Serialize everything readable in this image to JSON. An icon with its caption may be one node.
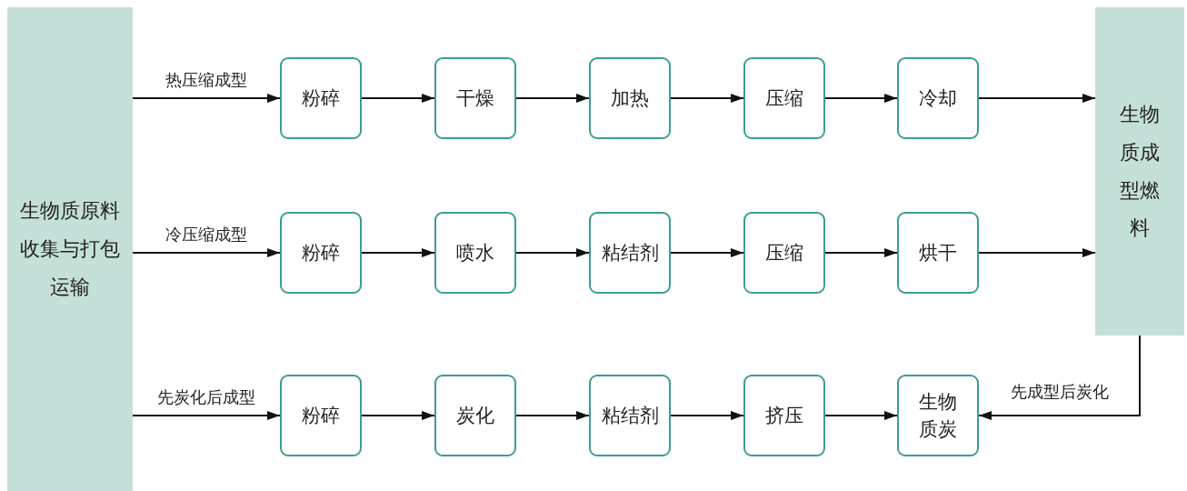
{
  "diagram": {
    "nodes": [
      {
        "text": [
          "生物质原料收集与打包运输"
        ]
      },
      {
        "text": [
          "粉碎"
        ]
      },
      {
        "text": [
          "干燥"
        ]
      },
      {
        "text": [
          "加热"
        ]
      },
      {
        "text": [
          "压缩"
        ]
      },
      {
        "text": [
          "冷却"
        ]
      },
      {
        "text": [
          "粉碎"
        ]
      },
      {
        "text": [
          "喷水"
        ]
      },
      {
        "text": [
          "粘结剂"
        ]
      },
      {
        "text": [
          "压缩"
        ]
      },
      {
        "text": [
          "烘干"
        ]
      },
      {
        "text": [
          "粉碎"
        ]
      },
      {
        "text": [
          "炭化"
        ]
      },
      {
        "text": [
          "粘结剂"
        ]
      },
      {
        "text": [
          "挤压"
        ]
      },
      {
        "text": [
          "生物质炭"
        ]
      },
      {
        "text": [
          "生物质成型燃料"
        ]
      }
    ],
    "edges": [
      {
        "from": 0,
        "to": 1,
        "arrow": "to",
        "label": "热压缩成型"
      },
      {
        "from": 1,
        "to": 2,
        "arrow": "to"
      },
      {
        "from": 2,
        "to": 3,
        "arrow": "to"
      },
      {
        "from": 3,
        "to": 4,
        "arrow": "to"
      },
      {
        "from": 4,
        "to": 5,
        "arrow": "to"
      },
      {
        "from": 5,
        "to": 16,
        "arrow": "to"
      },
      {
        "from": 0,
        "to": 6,
        "arrow": "to",
        "label": "冷压缩成型"
      },
      {
        "from": 6,
        "to": 7,
        "arrow": "to"
      },
      {
        "from": 7,
        "to": 8,
        "arrow": "to"
      },
      {
        "from": 8,
        "to": 9,
        "arrow": "to"
      },
      {
        "from": 9,
        "to": 10,
        "arrow": "to"
      },
      {
        "from": 10,
        "to": 16,
        "arrow": "to"
      },
      {
        "from": 0,
        "to": 11,
        "arrow": "to",
        "label": "先炭化后成型"
      },
      {
        "from": 11,
        "to": 12,
        "arrow": "to"
      },
      {
        "from": 12,
        "to": 13,
        "arrow": "to"
      },
      {
        "from": 13,
        "to": 14,
        "arrow": "to"
      },
      {
        "from": 14,
        "to": 15,
        "arrow": "to"
      },
      {
        "from": 16,
        "to": 15,
        "arrow": "to",
        "label": "先成型后炭化"
      }
    ]
  }
}
